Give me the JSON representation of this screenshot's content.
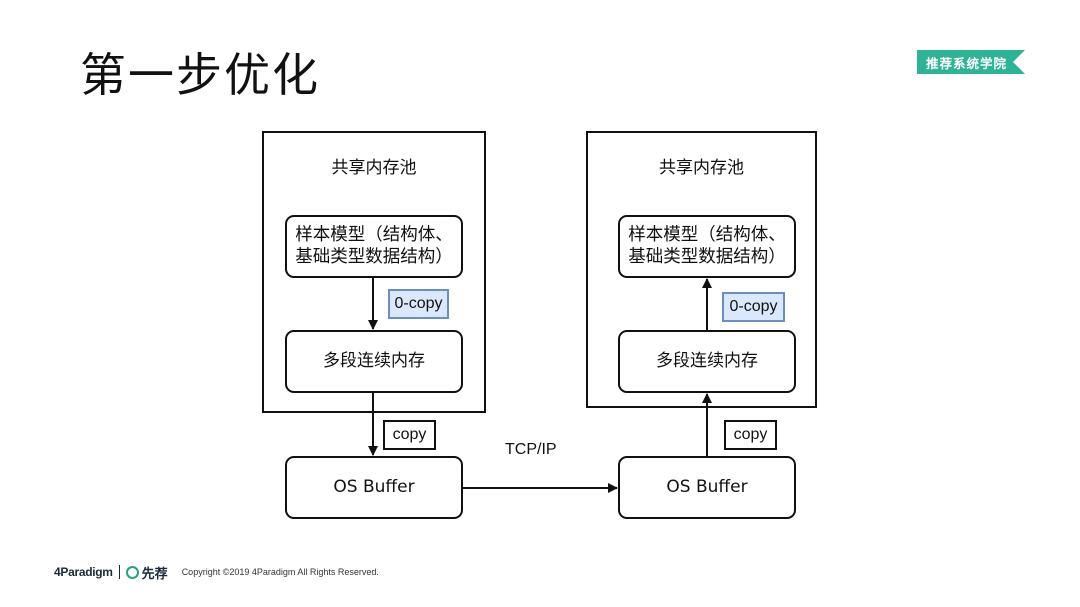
{
  "slide": {
    "title": "第一步优化",
    "brand_tag": "推荐系统学院",
    "colors": {
      "brand_tag": "#2eb396",
      "badge_fill": "#dae8fc",
      "badge_border": "#6c8ebf"
    }
  },
  "diagram": {
    "left": {
      "pool_label": "共享内存池",
      "model_line1": "样本模型（结构体、",
      "model_line2": "基础类型数据结构）",
      "zero_copy": "0-copy",
      "segments": "多段连续内存",
      "copy": "copy",
      "buffer": "OS Buffer"
    },
    "right": {
      "pool_label": "共享内存池",
      "model_line1": "样本模型（结构体、",
      "model_line2": "基础类型数据结构）",
      "zero_copy": "0-copy",
      "segments": "多段连续内存",
      "copy": "copy",
      "buffer": "OS Buffer"
    },
    "transport_label": "TCP/IP"
  },
  "footer": {
    "logo_4paradigm": "4Paradigm",
    "logo_xianjian": "先荐",
    "copyright": "Copyright ©2019 4Paradigm All Rights Reserved."
  }
}
